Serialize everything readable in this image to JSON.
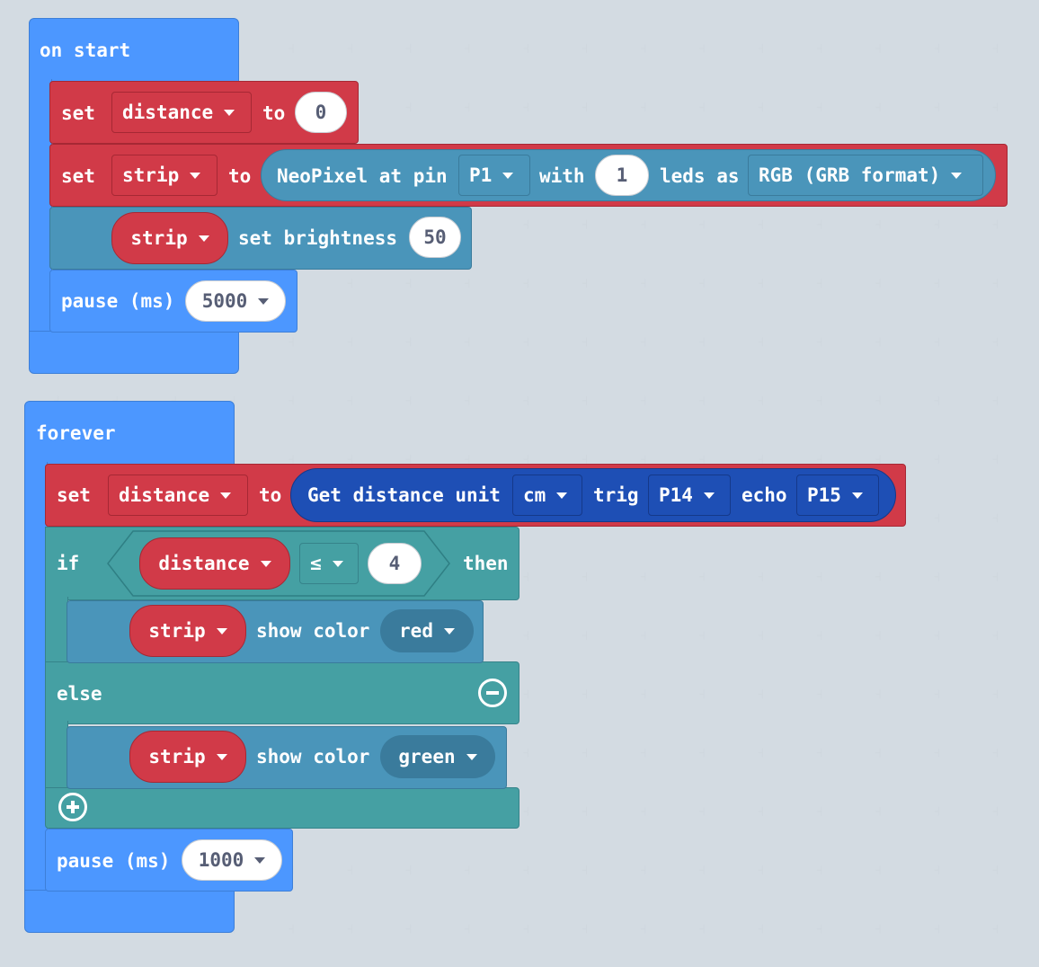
{
  "on_start": {
    "hat_label": "on start",
    "set1": {
      "set": "set",
      "var": "distance",
      "to": "to",
      "value": "0"
    },
    "set2": {
      "set": "set",
      "var": "strip",
      "to": "to",
      "neopixel_at_pin": "NeoPixel at pin",
      "pin": "P1",
      "with": "with",
      "leds": "1",
      "leds_as": "leds as",
      "format": "RGB (GRB format)"
    },
    "brightness": {
      "var": "strip",
      "label": "set brightness",
      "value": "50"
    },
    "pause": {
      "label": "pause (ms)",
      "value": "5000"
    }
  },
  "forever": {
    "hat_label": "forever",
    "set": {
      "set": "set",
      "var": "distance",
      "to": "to",
      "get_distance": "Get distance unit",
      "unit": "cm",
      "trig": "trig",
      "trig_pin": "P14",
      "echo": "echo",
      "echo_pin": "P15"
    },
    "if": {
      "if": "if",
      "var": "distance",
      "op": "≤",
      "value": "4",
      "then": "then",
      "else": "else"
    },
    "show_red": {
      "var": "strip",
      "label": "show color",
      "color": "red"
    },
    "show_green": {
      "var": "strip",
      "label": "show color",
      "color": "green"
    },
    "pause": {
      "label": "pause (ms)",
      "value": "1000"
    }
  },
  "colors": {
    "event_blue": "#4c97ff",
    "variable_red": "#d13a48",
    "logic_teal": "#45a0a3",
    "neopixel_blue": "#4a95ba",
    "sonar_blue": "#1e4fb5",
    "workspace": "#e9eef2"
  },
  "icons": [
    "dropdown-arrow-icon",
    "remove-else-icon",
    "add-else-icon"
  ]
}
